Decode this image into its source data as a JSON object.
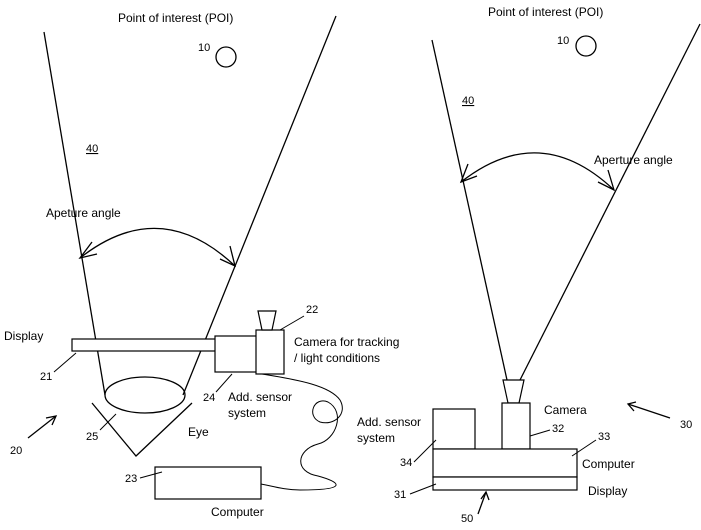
{
  "left_figure": {
    "poi_label": "Point of interest (POI)",
    "poi_ref": "10",
    "region_ref": "40",
    "aperture_label": "Apeture angle",
    "display_label": "Display",
    "display_ref": "21",
    "camera_ref": "22",
    "camera_label_line1": "Camera for tracking",
    "camera_label_line2": "/ light conditions",
    "sensor_ref": "24",
    "sensor_label_line1": "Add. sensor",
    "sensor_label_line2": "system",
    "eye_ref": "25",
    "eye_label": "Eye",
    "system_ref": "20",
    "computer_ref": "23",
    "computer_label": "Computer"
  },
  "right_figure": {
    "poi_label": "Point of interest (POI)",
    "poi_ref": "10",
    "region_ref": "40",
    "aperture_label": "Aperture angle",
    "camera_label": "Camera",
    "camera_ref": "32",
    "system_ref": "30",
    "sensor_label_line1": "Add. sensor",
    "sensor_label_line2": "system",
    "sensor_ref": "34",
    "computer_ref": "33",
    "computer_label": "Computer",
    "display_ref": "31",
    "display_label": "Display",
    "device_ref": "50"
  }
}
